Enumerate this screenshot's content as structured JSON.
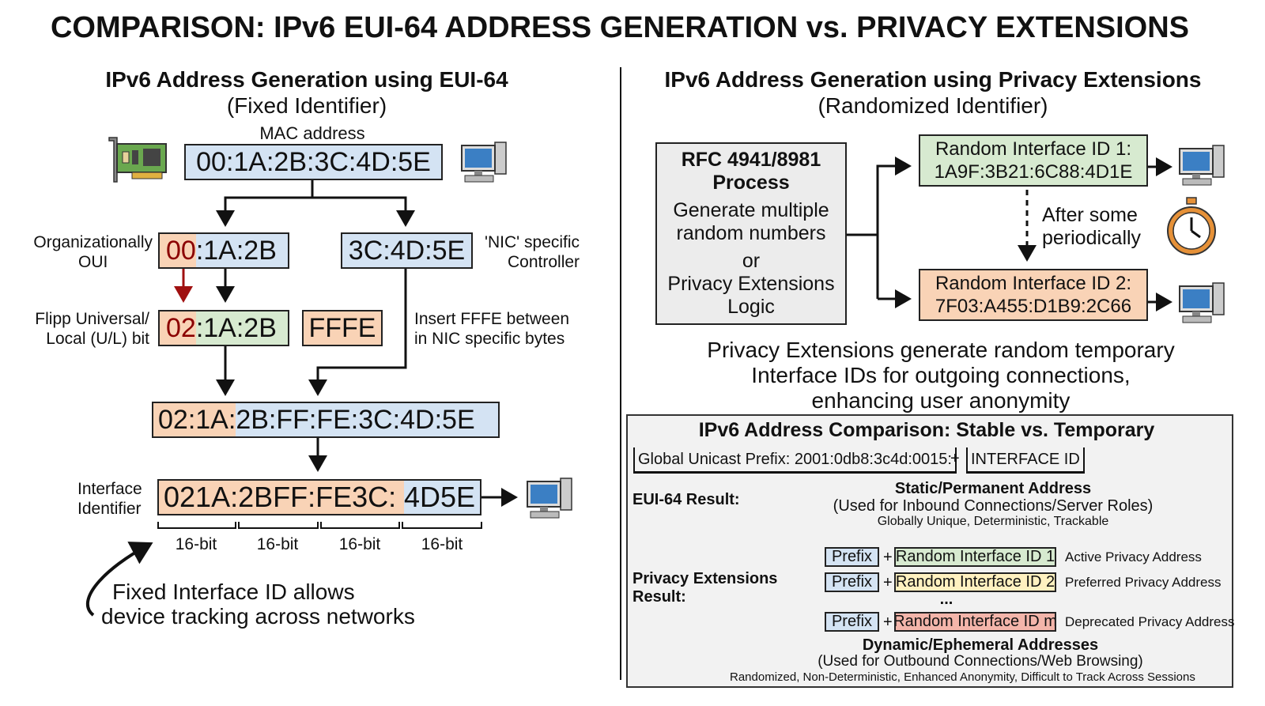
{
  "title": "COMPARISON: IPv6 EUI-64 ADDRESS GENERATION vs. PRIVACY EXTENSIONS",
  "left": {
    "heading": "IPv6 Address Generation using EUI-64",
    "subheading": "(Fixed Identifier)",
    "mac_label": "MAC address",
    "mac_value": "00:1A:2B:3C:4D:5E",
    "oui_label": [
      "Organizationally",
      "OUI"
    ],
    "oui_first": "00",
    "oui_rest": ":1A:2B",
    "nic_value": "3C:4D:5E",
    "nic_label": [
      "'NIC' specific",
      "Controller"
    ],
    "flip_label": [
      "Flipp Universal/",
      "Local (U/L) bit"
    ],
    "flipped_first": "02",
    "flipped_rest": ":1A:2B",
    "fffe": "FFFE",
    "insert_label": [
      "Insert FFFE between",
      "in NIC specific bytes"
    ],
    "combined_first": "02:1A:",
    "combined_rest": "2B:FF:FE:3C:4D:5E",
    "iid_label": [
      "Interface",
      "Identifier"
    ],
    "iid_first": "021A:2BFF:FE3C:",
    "iid_rest": "4D5E",
    "bit_labels": [
      "16-bit",
      "16-bit",
      "16-bit",
      "16-bit"
    ],
    "note": [
      "Fixed Interface ID allows",
      "device tracking across networks"
    ]
  },
  "right": {
    "heading": "IPv6 Address Generation using Privacy Extensions",
    "subheading": "(Randomized Identifier)",
    "process": {
      "title": [
        "RFC 4941/8981",
        "Process"
      ],
      "lines": [
        "Generate multiple",
        "random numbers",
        "or",
        "Privacy Extensions",
        "Logic"
      ]
    },
    "id1": [
      "Random Interface ID 1:",
      "1A9F:3B21:6C88:4D1E"
    ],
    "id2": [
      "Random Interface ID 2:",
      "7F03:A455:D1B9:2C66"
    ],
    "periodic": [
      "After some",
      "periodically"
    ],
    "summary": [
      "Privacy Extensions generate random temporary",
      "Interface IDs for outgoing connections,",
      "enhancing user anonymity"
    ],
    "comparison": {
      "title": "IPv6 Address Comparison: Stable vs. Temporary",
      "prefix": "Global Unicast Prefix: 2001:0db8:3c4d:0015:",
      "plus": "+",
      "interface_id": "INTERFACE ID",
      "eui_result_label": "EUI-64 Result:",
      "static_title": "Static/Permanent Address",
      "static_use": "(Used for Inbound Connections/Server Roles)",
      "static_props": "Globally Unique, Deterministic, Trackable",
      "privacy_result_label": [
        "Privacy Extensions",
        "Result:"
      ],
      "rows": [
        {
          "prefix": "Prefix",
          "id": "Random Interface ID 1",
          "status": "Active Privacy Address",
          "color": "#d7ead0"
        },
        {
          "prefix": "Prefix",
          "id": "Random Interface ID 2",
          "status": "Preferred Privacy Address",
          "color": "#fff1c0"
        },
        {
          "prefix": "Prefix",
          "id": "Random Interface ID m",
          "status": "Deprecated Privacy Address",
          "color": "#f3b5aa"
        }
      ],
      "ellipsis": "...",
      "dynamic_title": "Dynamic/Ephemeral Addresses",
      "dynamic_use": "(Used for Outbound Connections/Web Browsing)",
      "dynamic_props": "Randomized, Non-Deterministic, Enhanced Anonymity, Difficult to Track Across Sessions"
    }
  },
  "colors": {
    "blue": "#d4e3f3",
    "orange": "#f9d3b6",
    "green": "#d7ead0",
    "yellow": "#fff1c0",
    "red": "#f3b5aa",
    "flip_arrow": "#a01010"
  }
}
